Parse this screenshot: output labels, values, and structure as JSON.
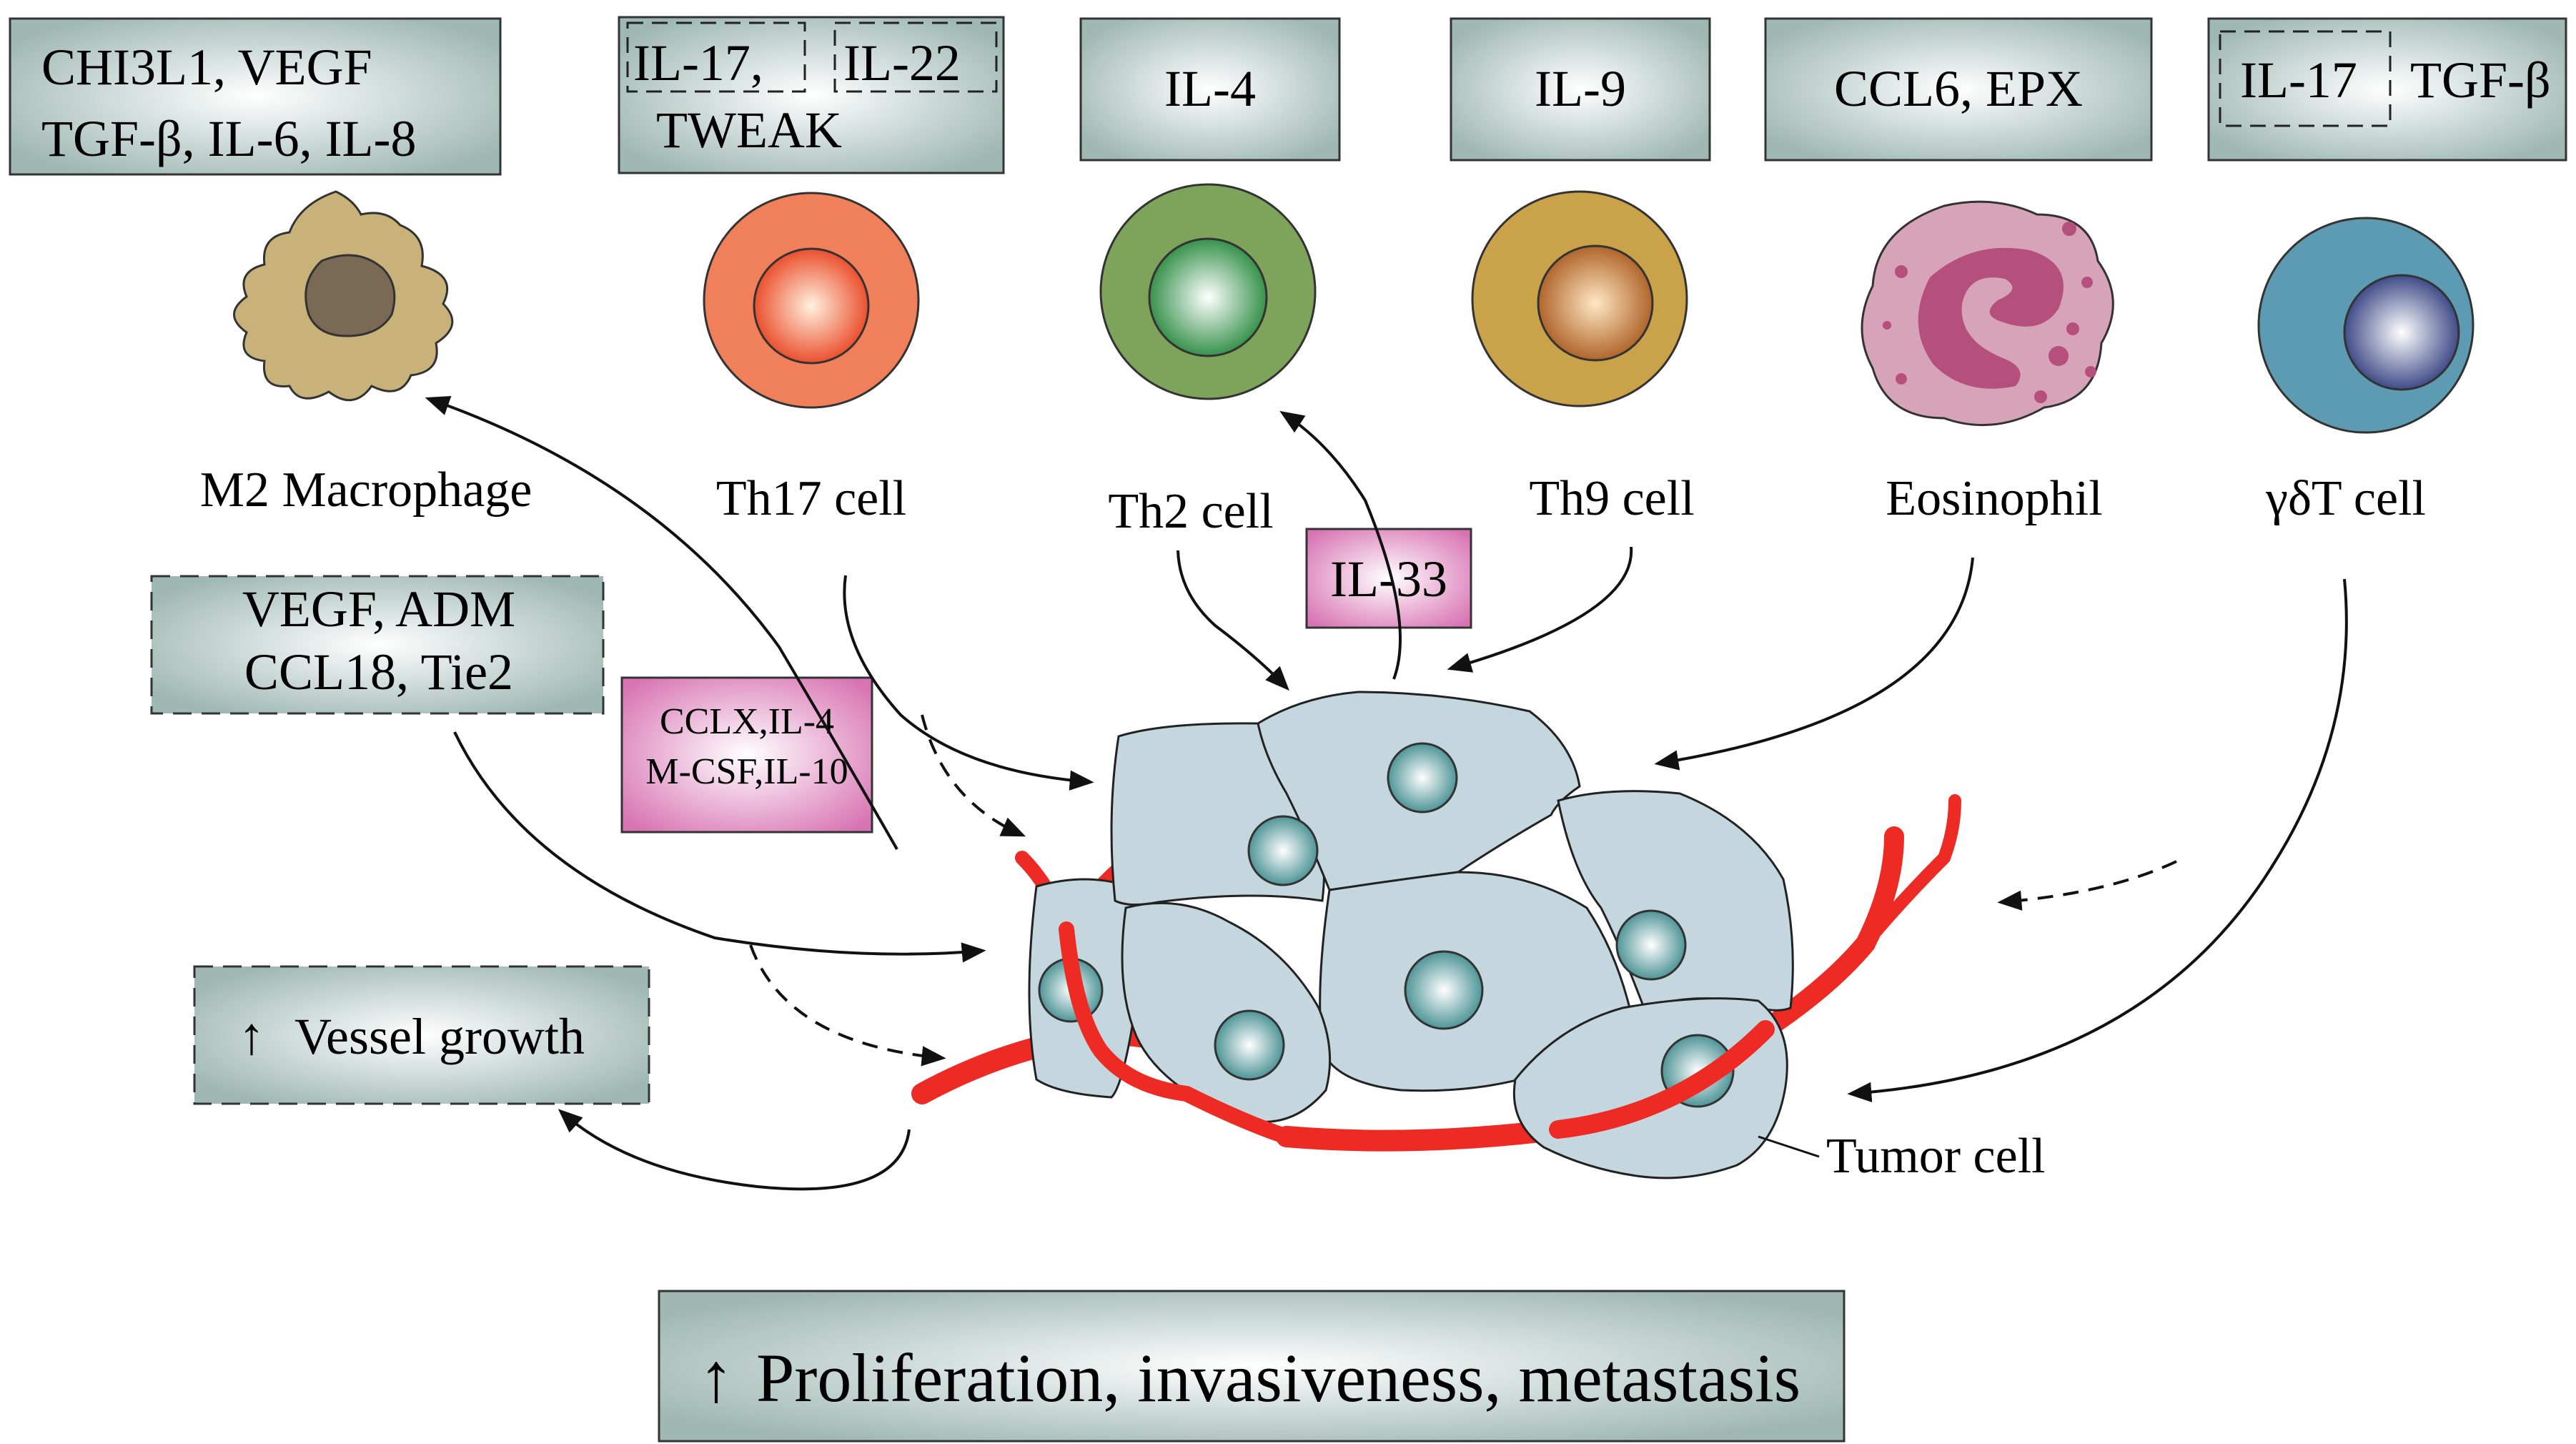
{
  "cytokine_boxes": {
    "m2": [
      "CHI3L1, VEGF",
      "TGF-β, IL-6, IL-8"
    ],
    "th17": [
      "IL-17,",
      "IL-22",
      "TWEAK"
    ],
    "th2": "IL-4",
    "th9": "IL-9",
    "eosinophil": "CCL6, EPX",
    "gdt": [
      "IL-17",
      "TGF-β"
    ],
    "m2_angio": [
      "VEGF, ADM",
      "CCL18, Tie2"
    ],
    "tumor_signal": [
      "CCLX,IL-4",
      "M-CSF,IL-10"
    ],
    "il33": "IL-33"
  },
  "cells": {
    "m2": "M2 Macrophage",
    "th17": "Th17 cell",
    "th2": "Th2 cell",
    "th9": "Th9 cell",
    "eosinophil": "Eosinophil",
    "gdt": "γδT cell",
    "tumor": "Tumor cell"
  },
  "outcomes": {
    "vessel": "Vessel growth",
    "main": "Proliferation, invasiveness, metastasis",
    "up_arrow": "↑"
  },
  "colors": {
    "box_fill": "#9fb8b3",
    "pink_box": "#d873b3",
    "tumor_fill": "#c4d6de",
    "vessel": "#ee2a24",
    "th17": "#f0805a",
    "th2": "#7ea35a",
    "th9": "#c9a24a",
    "eosinophil": "#d7a3b8",
    "gdt": "#5d9bb3",
    "macrophage": "#c9b27a"
  }
}
